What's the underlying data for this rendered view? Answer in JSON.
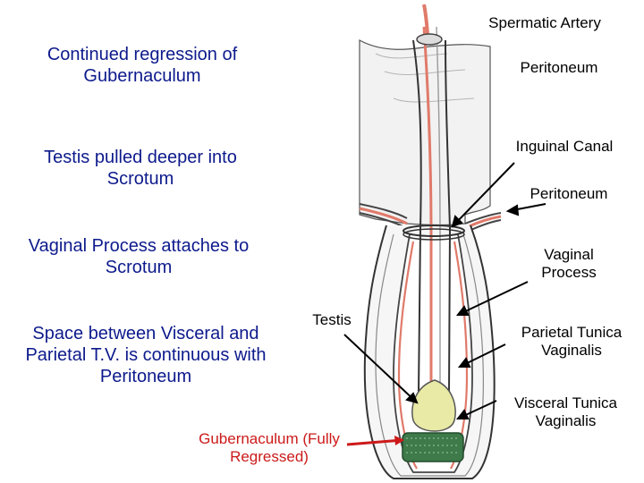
{
  "notes": {
    "gubernaculum_regression": "Continued regression of Gubernaculum",
    "testis_pulled": "Testis pulled deeper into Scrotum",
    "vaginal_attaches": "Vaginal Process attaches to Scrotum",
    "space_between": "Space between Visceral and Parietal T.V. is continuous with Peritoneum"
  },
  "labels": {
    "spermatic_artery": "Spermatic Artery",
    "peritoneum_top": "Peritoneum",
    "inguinal_canal": "Inguinal Canal",
    "peritoneum_mid": "Peritoneum",
    "vaginal_process": "Vaginal Process",
    "testis": "Testis",
    "parietal_tv": "Parietal Tunica Vaginalis",
    "visceral_tv": "Visceral Tunica Vaginalis",
    "gubernaculum": "Gubernaculum (Fully Regressed)"
  },
  "colors": {
    "label_blue": "#0d1a8c",
    "label_red": "#cc1a1a",
    "artery": "#e07a6a",
    "testis": "#e8eaa6",
    "gubernaculum": "#3e7a4a"
  }
}
